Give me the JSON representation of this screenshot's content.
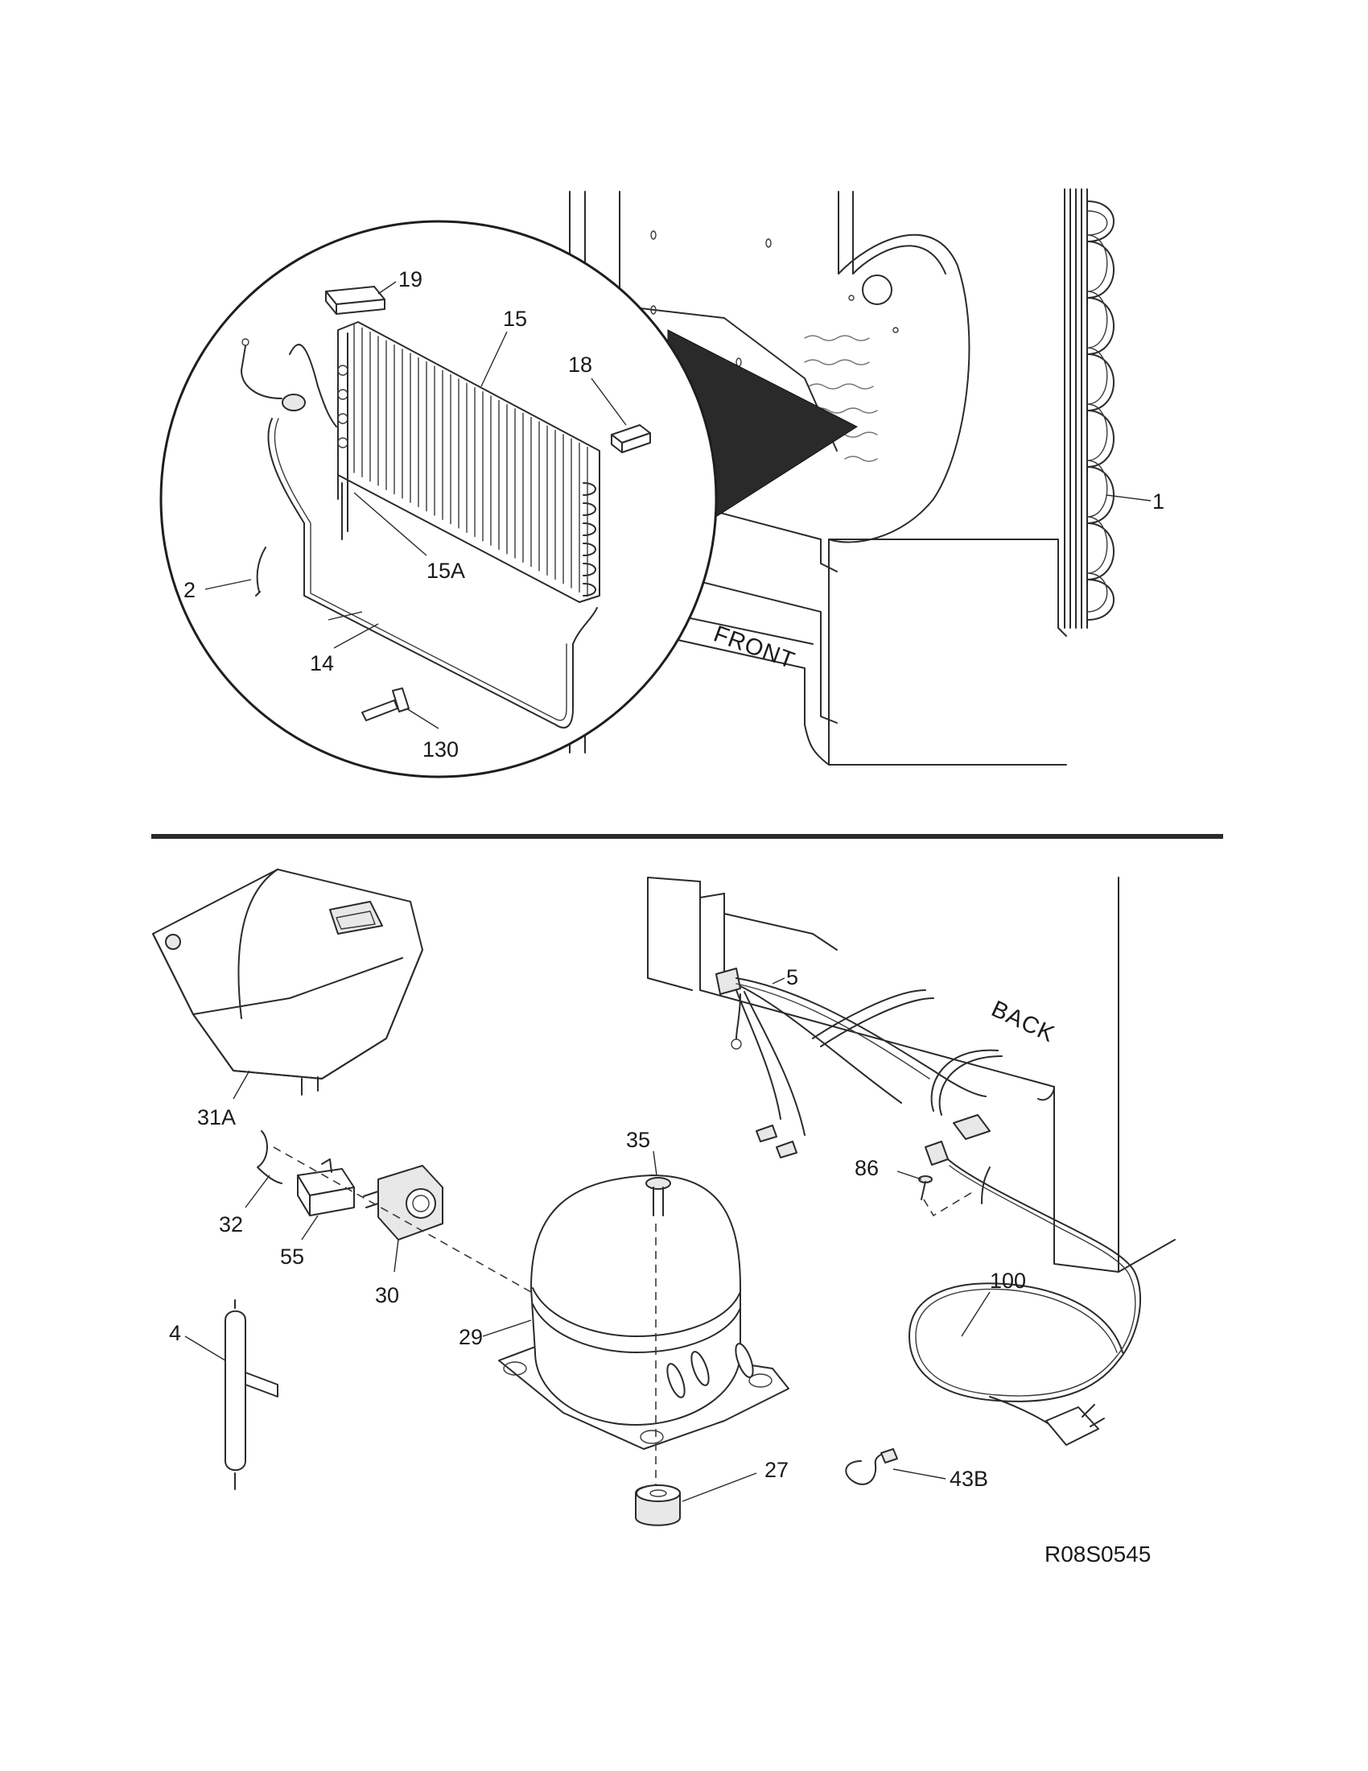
{
  "parts": {
    "p1": "1",
    "p2": "2",
    "p4": "4",
    "p5": "5",
    "p14": "14",
    "p15": "15",
    "p15a": "15A",
    "p18": "18",
    "p19": "19",
    "p27": "27",
    "p29": "29",
    "p30": "30",
    "p31a": "31A",
    "p32": "32",
    "p35": "35",
    "p43b": "43B",
    "p55": "55",
    "p86": "86",
    "p100": "100",
    "p130": "130"
  },
  "orientation": {
    "front": "FRONT",
    "back": "BACK"
  },
  "diagram_code": "R08S0545"
}
